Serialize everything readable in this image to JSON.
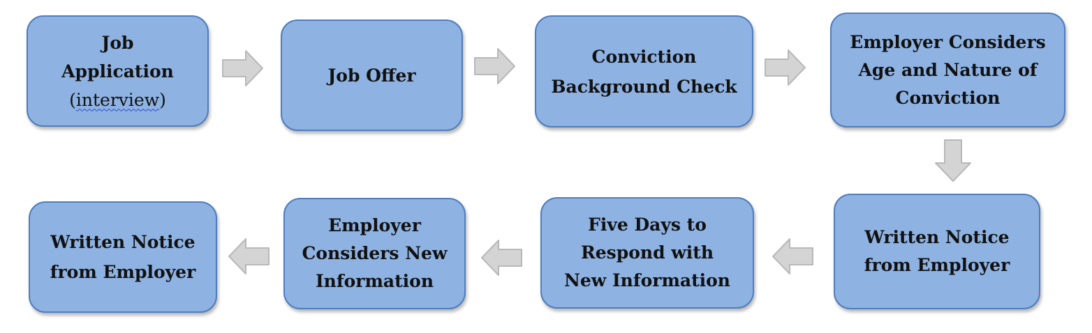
{
  "flowchart": {
    "steps": {
      "job_application": {
        "line1": "Job",
        "line2": "Application",
        "note_open": "(",
        "note_word": "interview",
        "note_close": ")"
      },
      "job_offer": {
        "line1": "Job Offer"
      },
      "conviction_check": {
        "line1": "Conviction",
        "line2": "Background Check"
      },
      "employer_considers_age": {
        "line1": "Employer Considers",
        "line2": "Age and Nature of",
        "line3": "Conviction"
      },
      "written_notice_1": {
        "line1": "Written Notice",
        "line2": "from Employer"
      },
      "five_days": {
        "line1": "Five Days to",
        "line2": "Respond with",
        "line3": "New Information"
      },
      "employer_considers_new": {
        "line1": "Employer",
        "line2": "Considers New",
        "line3": "Information"
      },
      "written_notice_2": {
        "line1": "Written Notice",
        "line2": "from Employer"
      }
    }
  },
  "colors": {
    "box_fill": "#8eb2e2",
    "box_border": "#4f7dbd",
    "arrow_fill": "#d4d4d4",
    "arrow_stroke": "#b8b8b8",
    "text": "#111111"
  },
  "icons": {
    "arrow_right": "arrow-right-icon",
    "arrow_down": "arrow-down-icon",
    "arrow_left": "arrow-left-icon"
  }
}
